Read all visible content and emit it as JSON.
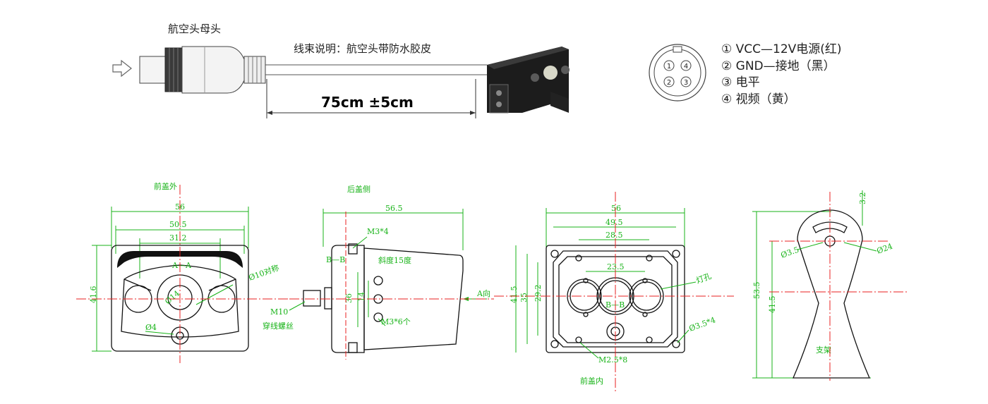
{
  "cable": {
    "connector_label": "航空头母头",
    "note": "线束说明：航空头带防水胶皮",
    "length": "75cm ±5cm"
  },
  "pinout": {
    "pin_numbers": [
      "1",
      "4",
      "2",
      "3"
    ],
    "items": [
      "① VCC—12V电源(红)",
      "② GND—接地（黑）",
      "③ 电平",
      "④ 视频（黄）"
    ]
  },
  "view_front_outer": {
    "title": "前盖外",
    "dim_top": "56",
    "dim_mid": "50.5",
    "dim_inner": "31.2",
    "dim_height": "41.6",
    "section": "A—A",
    "lens_dia": "Ø10对称",
    "center_dia": "Ø14",
    "hole_dia": "Ø4"
  },
  "view_side": {
    "title": "后盖侧",
    "dim_top": "56.5",
    "screw_label": "M3*4",
    "section_b": "B—B",
    "slope": "斜度15度",
    "dim_36": "36",
    "dim_14": "14",
    "screw_m3": "M3*6个",
    "m10": "M10",
    "m10_desc": "穿线螺丝",
    "direction": "A向"
  },
  "view_front_inner": {
    "title": "前盖内",
    "dim_top": "56",
    "dim_mid": "49.5",
    "dim_inner": "28.5",
    "dim_center": "23.5",
    "dim_h1": "41.5",
    "dim_h2": "35",
    "dim_h3": "29.2",
    "section": "B—B",
    "light_hole": "灯孔",
    "mount_holes": "Ø3.5*4",
    "screw_holes": "M2.5*8"
  },
  "view_bracket": {
    "title": "支架",
    "dim_top": "3.2",
    "hole_small": "Ø3.5",
    "hole_large": "Ø24",
    "dim_h1": "53.5",
    "dim_h2": "41.5"
  }
}
